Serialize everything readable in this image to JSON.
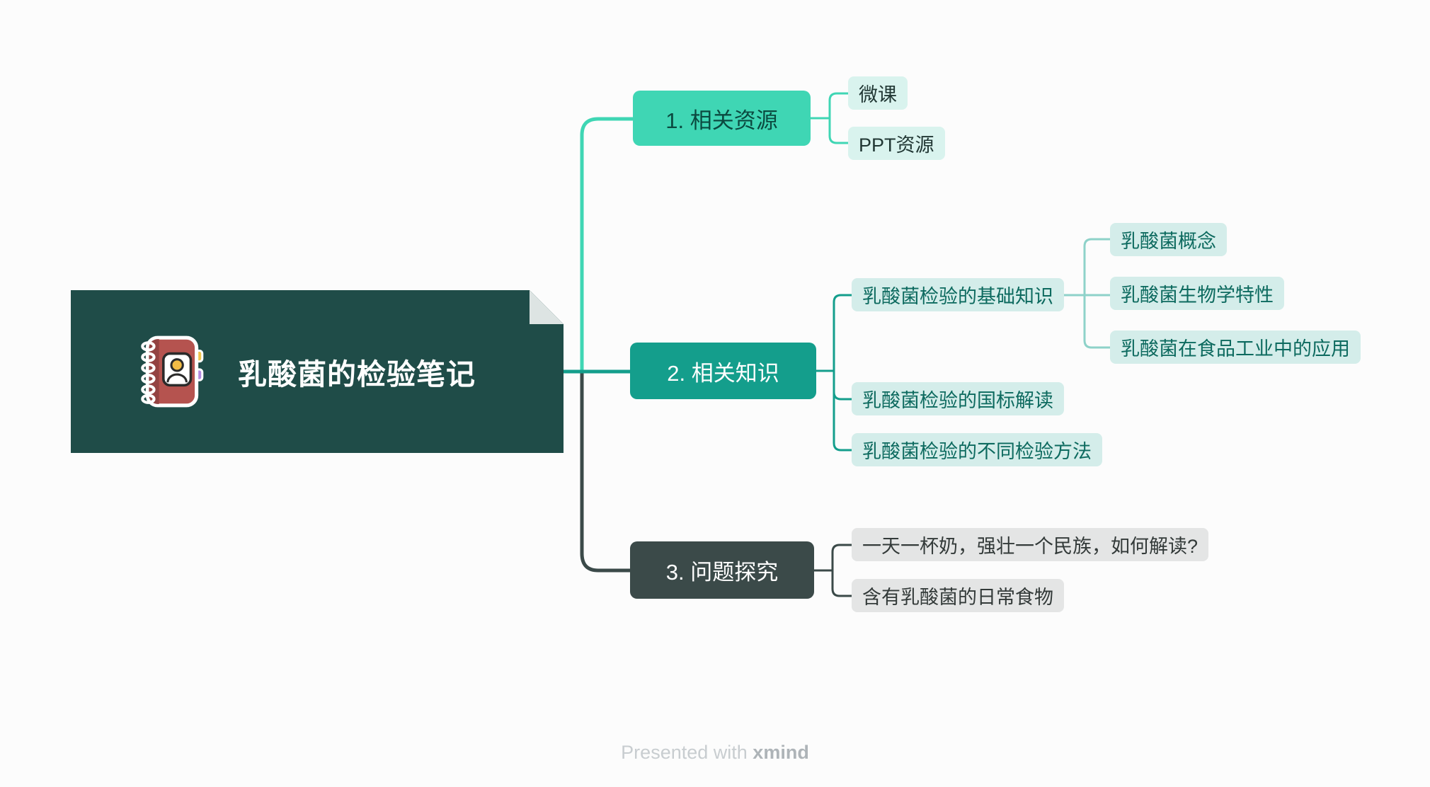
{
  "central": {
    "title": "乳酸菌的检验笔记"
  },
  "branches": [
    {
      "label": "1. 相关资源",
      "children": [
        {
          "label": "微课"
        },
        {
          "label": "PPT资源"
        }
      ]
    },
    {
      "label": "2. 相关知识",
      "children": [
        {
          "label": "乳酸菌检验的基础知识",
          "children": [
            {
              "label": "乳酸菌概念"
            },
            {
              "label": "乳酸菌生物学特性"
            },
            {
              "label": "乳酸菌在食品工业中的应用"
            }
          ]
        },
        {
          "label": "乳酸菌检验的国标解读"
        },
        {
          "label": "乳酸菌检验的不同检验方法"
        }
      ]
    },
    {
      "label": "3. 问题探究",
      "children": [
        {
          "label": "一天一杯奶，强壮一个民族，如何解读?"
        },
        {
          "label": "含有乳酸菌的日常食物"
        }
      ]
    }
  ],
  "footer": {
    "prefix": "Presented with",
    "brand": "xmind"
  },
  "colors": {
    "mint": "#3fd6b4",
    "teal": "#149e8c",
    "dark": "#3b4a49",
    "light_teal_line": "#8ed2c9",
    "central_bg": "#1f4c48"
  }
}
